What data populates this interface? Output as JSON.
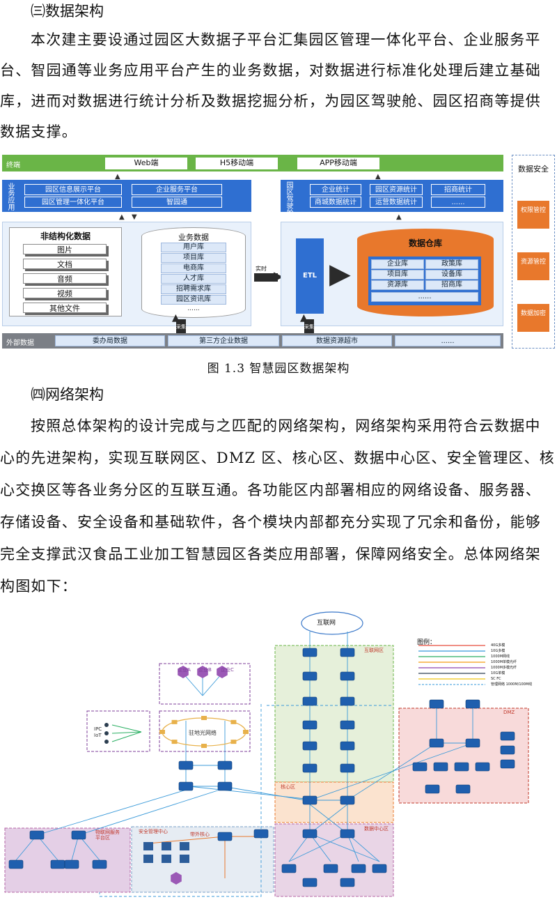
{
  "section3": {
    "heading": "㈢数据架构",
    "paragraph_lines": [
      "本次建主要设通过园区大数据子平台汇集园区管理一体化平台、企业服务平",
      "台、智园通等业务应用平台产生的业务数据，对数据进行标准化处理后建立基础",
      "库，进而对数据进行统计分析及数据挖掘分析，为园区驾驶舱、园区招商等提供",
      "数据支撑。"
    ]
  },
  "figure1": {
    "caption": "图 1.3 智慧园区数据架构",
    "terminal": {
      "label": "终端",
      "items": [
        "Web端",
        "H5移动端",
        "APP移动端"
      ]
    },
    "business_apps": {
      "label": "业务应用",
      "items": [
        "园区信息展示平台",
        "企业服务平台",
        "园区管理一体化平台",
        "智园通"
      ]
    },
    "cockpit": {
      "label": "园区驾驶舱",
      "items": [
        "企业统计",
        "园区资源统计",
        "招商统计",
        "商城数据统计",
        "运营数据统计",
        "......"
      ]
    },
    "unstructured": {
      "title": "非结构化数据",
      "items": [
        "图片",
        "文档",
        "音频",
        "视频",
        "其他文件"
      ]
    },
    "business_data": {
      "title": "业务数据",
      "items": [
        "用户库",
        "项目库",
        "电商库",
        "人才库",
        "招聘需求库",
        "园区资讯库",
        "......"
      ]
    },
    "realtime_label": "实时",
    "etl_label": "ETL",
    "warehouse": {
      "title": "数据仓库",
      "items": [
        "企业库",
        "政策库",
        "项目库",
        "设备库",
        "资源库",
        "招商库",
        "......"
      ]
    },
    "collect_label": "采集",
    "external": {
      "label": "外部数据",
      "items": [
        "委办局数据",
        "第三方企业数据",
        "数据资源超市",
        "......"
      ]
    },
    "security": {
      "title": "数据安全",
      "items": [
        "权限管控",
        "资源管控",
        "数据加密"
      ]
    },
    "colors": {
      "green": "#6ab547",
      "blue": "#2f6fd1",
      "orange": "#e8782c",
      "grey": "#7b7f86"
    }
  },
  "section4": {
    "heading": "㈣网络架构",
    "paragraph_lines": [
      "按照总体架构的设计完成与之匹配的网络架构，网络架构采用符合云数据中",
      "心的先进架构，实现互联网区、DMZ 区、核心区、数据中心区、安全管理区、核",
      "心交换区等各业务分区的互联互通。各功能区内部署相应的网络设备、服务器、",
      "存储设备、安全设备和基础软件，各个模块内部都充分实现了冗余和备份，能够",
      "完全支撑武汉食品工业加工智慧园区各类应用部署，保障网络安全。总体网络架",
      "构图如下："
    ]
  },
  "figure2": {
    "cloud_label": "互联网",
    "legend_title": "图例：",
    "legend_items": [
      "40G多模",
      "10G多模",
      "1000M网线",
      "1000M单模光纤",
      "1000M多模光纤",
      "10G单模",
      "SC FC",
      "管理网络 1000M/100M线"
    ],
    "legend_colors": [
      "#e74c3c",
      "#3498db",
      "#27ae60",
      "#f39c12",
      "#8e44ad",
      "#2c3e50",
      "#f1c40f",
      "#5dade2"
    ],
    "zones": {
      "internet": "互联网区",
      "dmz": "DMZ",
      "core": "核心区",
      "datacenter": "数据中心区",
      "iot": "物联网服务平台区",
      "security": "安全管理中心",
      "outer_core": "带外核心",
      "ring": "驻地光网络",
      "ipc": "IPC\nIoT"
    },
    "companies": [
      "企业A",
      "企业B",
      "企业C"
    ]
  }
}
